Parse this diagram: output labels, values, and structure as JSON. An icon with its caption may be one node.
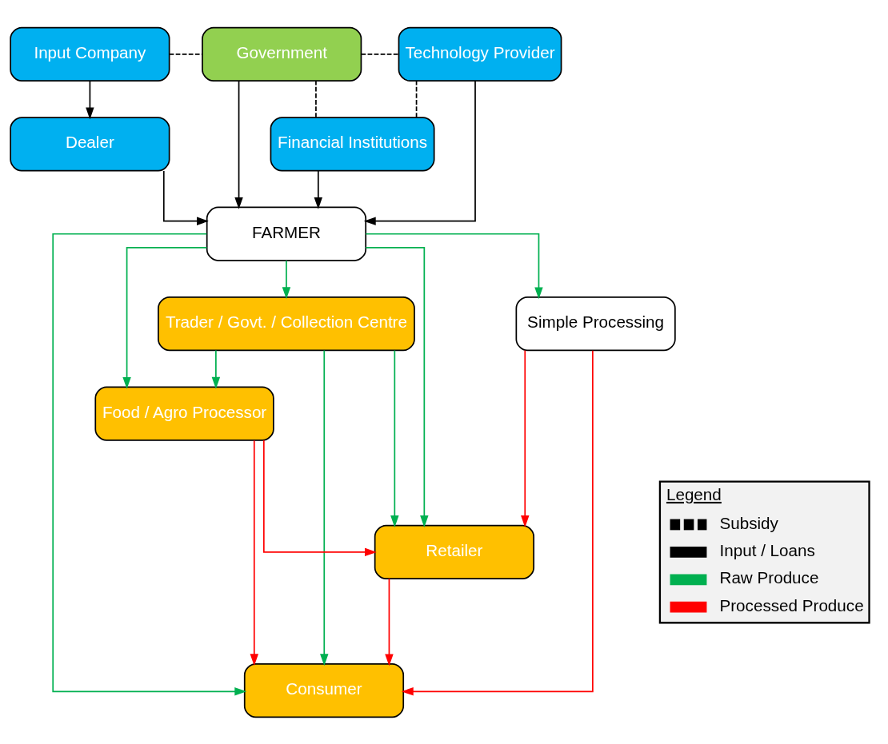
{
  "diagram": {
    "nodes": [
      {
        "text": [
          "Input Company"
        ]
      },
      {
        "text": [
          "Government"
        ]
      },
      {
        "text": [
          "Technology Provider"
        ]
      },
      {
        "text": [
          "Financial Institutions"
        ]
      },
      {
        "text": [
          "Dealer"
        ]
      },
      {
        "text": [
          "FARMER"
        ]
      },
      {
        "text": [
          "Trader / Govt. / Collection Centre"
        ]
      },
      {
        "text": [
          "Simple Processing"
        ]
      },
      {
        "text": [
          "Food / Agro Processor"
        ]
      },
      {
        "text": [
          "Retailer"
        ]
      },
      {
        "text": [
          "Consumer"
        ]
      }
    ],
    "edges": [
      {
        "from": 0,
        "to": 1,
        "arrow": "none",
        "style": "dashed"
      },
      {
        "from": 1,
        "to": 2,
        "arrow": "none",
        "style": "dashed"
      },
      {
        "from": 3,
        "to": 1,
        "arrow": "none",
        "style": "dashed"
      },
      {
        "from": 3,
        "to": 2,
        "arrow": "none",
        "style": "dashed"
      },
      {
        "from": 0,
        "to": 4,
        "arrow": "to"
      },
      {
        "from": 1,
        "to": 5,
        "arrow": "to"
      },
      {
        "from": 3,
        "to": 5,
        "arrow": "to"
      },
      {
        "from": 4,
        "to": 5,
        "arrow": "to"
      },
      {
        "from": 2,
        "to": 5,
        "arrow": "to"
      },
      {
        "from": 5,
        "to": 7,
        "arrow": "to",
        "color": "#00b050"
      },
      {
        "from": 5,
        "to": 6,
        "arrow": "to",
        "color": "#00b050"
      },
      {
        "from": 5,
        "to": 8,
        "arrow": "to",
        "color": "#00b050"
      },
      {
        "from": 5,
        "to": 9,
        "arrow": "to",
        "color": "#00b050"
      },
      {
        "from": 5,
        "to": 10,
        "arrow": "to",
        "color": "#00b050"
      },
      {
        "from": 6,
        "to": 8,
        "arrow": "to",
        "color": "#00b050"
      },
      {
        "from": 6,
        "to": 9,
        "arrow": "to",
        "color": "#00b050"
      },
      {
        "from": 6,
        "to": 10,
        "arrow": "to",
        "color": "#00b050"
      },
      {
        "from": 7,
        "to": 9,
        "arrow": "to",
        "color": "#ff0000"
      },
      {
        "from": 7,
        "to": 10,
        "arrow": "to",
        "color": "#ff0000"
      },
      {
        "from": 8,
        "to": 9,
        "arrow": "to",
        "color": "#ff0000"
      },
      {
        "from": 8,
        "to": 10,
        "arrow": "to",
        "color": "#ff0000"
      },
      {
        "from": 9,
        "to": 10,
        "arrow": "to",
        "color": "#ff0000"
      }
    ],
    "labels": [
      "Legend"
    ],
    "legend": [
      {
        "text": "Subsidy"
      },
      {
        "text": "Input / Loans"
      },
      {
        "text": "Raw Produce"
      },
      {
        "text": "Processed Produce"
      }
    ]
  }
}
